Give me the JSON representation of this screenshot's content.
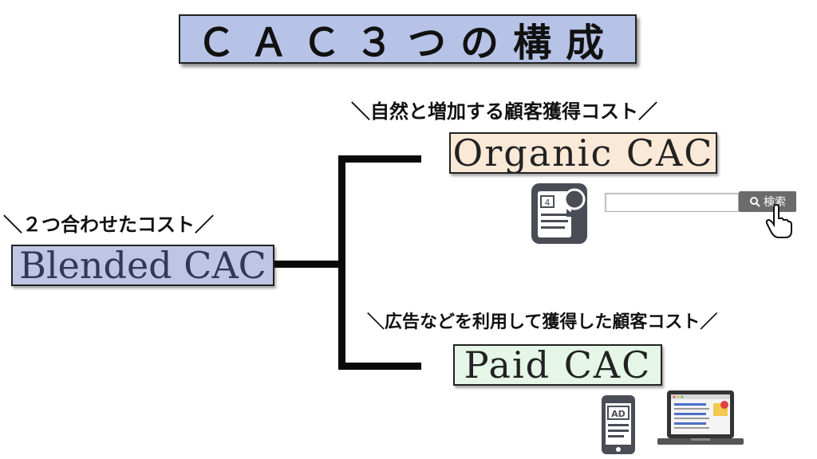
{
  "title": "ＣＡＣ３つの構成",
  "nodes": {
    "blended": {
      "label": "Blended CAC",
      "caption": "＼２つ合わせたコスト／"
    },
    "organic": {
      "label": "Organic CAC",
      "caption": "＼自然と増加する顧客獲得コスト／"
    },
    "paid": {
      "label": "Paid CAC",
      "caption": "＼広告などを利用して獲得した顧客コスト／"
    }
  },
  "organic_icons": {
    "article_badge": "4",
    "search_button_label": "検索"
  },
  "paid_icons": {
    "phone_ad_label": "AD"
  },
  "colors": {
    "title_bg": "#b6c3e6",
    "blended_bg": "#bfc6e4",
    "organic_bg": "#fbe9d8",
    "paid_bg": "#e5f5e8"
  }
}
